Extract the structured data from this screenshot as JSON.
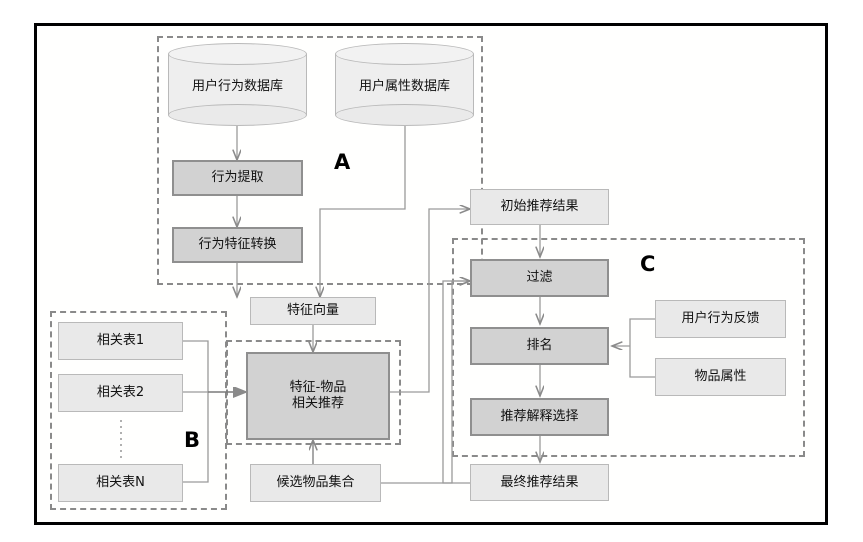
{
  "diagram": {
    "type": "flowchart",
    "title": "Recommendation system architecture flowchart",
    "groups": [
      {
        "id": "A",
        "label": "A"
      },
      {
        "id": "B",
        "label": "B"
      },
      {
        "id": "C",
        "label": "C"
      }
    ],
    "databases": [
      {
        "id": "user-behavior-db",
        "label": "用户行为数据库"
      },
      {
        "id": "user-attribute-db",
        "label": "用户属性数据库"
      }
    ],
    "nodes": [
      {
        "id": "behavior-extraction",
        "label": "行为提取",
        "style": "dark"
      },
      {
        "id": "behavior-feature-transform",
        "label": "行为特征转换",
        "style": "dark"
      },
      {
        "id": "feature-vector",
        "label": "特征向量",
        "style": "light"
      },
      {
        "id": "related-table-1",
        "label": "相关表1",
        "style": "light"
      },
      {
        "id": "related-table-2",
        "label": "相关表2",
        "style": "light"
      },
      {
        "id": "related-table-n",
        "label": "相关表N",
        "style": "light"
      },
      {
        "id": "feature-item-recommend",
        "label": "特征-物品\n相关推荐",
        "line1": "特征-物品",
        "line2": "相关推荐",
        "style": "dark"
      },
      {
        "id": "candidate-item-set",
        "label": "候选物品集合",
        "style": "light"
      },
      {
        "id": "initial-recommend-result",
        "label": "初始推荐结果",
        "style": "light"
      },
      {
        "id": "filter",
        "label": "过滤",
        "style": "dark"
      },
      {
        "id": "ranking",
        "label": "排名",
        "style": "dark"
      },
      {
        "id": "recommend-explanation-select",
        "label": "推荐解释选择",
        "style": "dark"
      },
      {
        "id": "final-recommend-result",
        "label": "最终推荐结果",
        "style": "light"
      },
      {
        "id": "user-behavior-feedback",
        "label": "用户行为反馈",
        "style": "light"
      },
      {
        "id": "item-attribute",
        "label": "物品属性",
        "style": "light"
      }
    ],
    "colors": {
      "frame": "#000000",
      "dashed_group": "#8a8a8a",
      "light_fill": "#e9e9e9",
      "light_border": "#b9b9b9",
      "dark_fill": "#d2d2d2",
      "dark_border": "#8f8f8f",
      "connector": "#9a9a9a",
      "connector_dark": "#7a7a7a",
      "background": "#ffffff"
    }
  }
}
